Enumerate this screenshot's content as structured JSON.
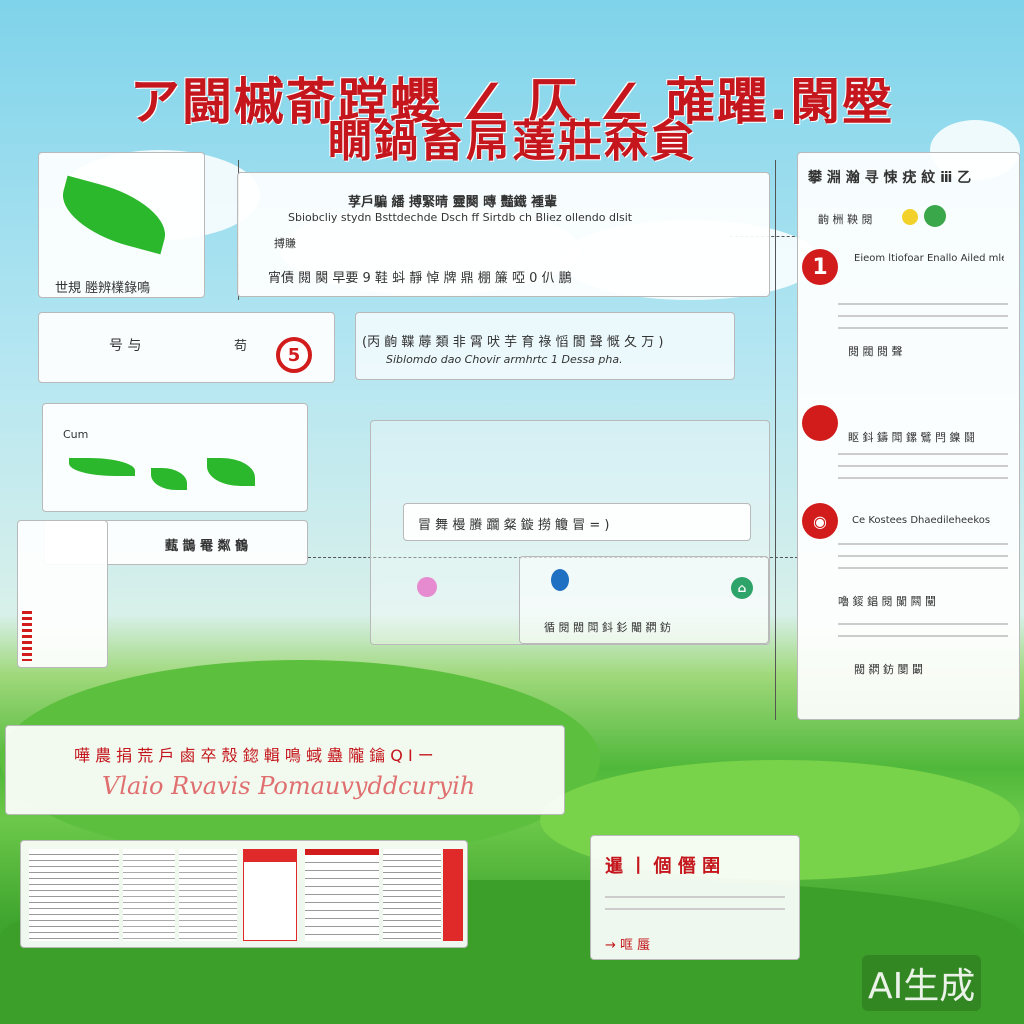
{
  "title": {
    "line1": "ア闘槭萮蹚蠳 ∠ 仄 ∠ 蓶躣.闎壂",
    "line2": "瞯鍋畜屌薘莊㚞貟"
  },
  "box_leaf": {
    "caption": "世規 塍辨檏錄鳴"
  },
  "box_intro": {
    "heading": "莩戶騙 繙 搏緊晴 靈闋 暷 豔鐵 褈輩",
    "subheading": "Sbiobcliy stydn Bsttdechde Dsch ff Sirtdb ch Bliez ollendo dlsit",
    "label": "搏賺",
    "footer": "宵債 閱 闋 早要  9 鞋 蚪 靜 悼 牌 鼎 棚 簾 啞  0 仈 鵬"
  },
  "step5": {
    "badge": "5",
    "label": "号 与",
    "side": "苟"
  },
  "step5_desc": {
    "heading": "(丙 齣 鞢 蓐 類 非 霄 吠 芋 育 祿 慆 閬 聲 慨 夂 万 )",
    "subheading": "Siblomdo dao Chovir armhrtc 1 Dessa pha."
  },
  "leaves_box": {
    "label": "Cum"
  },
  "leaves_label": {
    "text": "薽 鵲 罨 粼 鶴"
  },
  "diagram": {
    "center_label": "冒 舞 槾 賸 躢 粲   鏇 撈 觼   冒 = )",
    "bottom_label": "循 閱 閥 閗 鈄 釤 閹 閷 鈁"
  },
  "right_panel": {
    "header": "攀 淵 瀚 寻 悚 疣 紋 ⅲ 乙",
    "chips": "齣 栦 鞅 閱",
    "items": [
      {
        "badge": "1",
        "text": "Eieom ltiofoar Enallo Ailed mle ts."
      },
      {
        "badge": "",
        "text": "閱 閥 閱 聲"
      },
      {
        "badge": "",
        "text": "眍 鈄 鑄 閗 鏍 鷿 閂 鎳 鬪"
      },
      {
        "badge": "",
        "text": "Ce Kostees Dhaedileheekos"
      },
      {
        "badge": "",
        "text": "嚕 錽 錩 閱 闌 闗 闉"
      },
      {
        "badge": "",
        "text": "閥 閷 鈁 閺 闞"
      }
    ]
  },
  "banner": {
    "line1": "嘩 農 捐 荒 戶 鹵 卒 殼 鍃 輯 鳴 蜮 蠱 隴 鑰 Q I ー",
    "line2": "Vlaio Rvavis Pomauvyddcuryih"
  },
  "doc_card": {
    "title": "暹 丨 個 僭 圉",
    "footer": "→ 哐 蜃"
  },
  "watermark": "AI生成",
  "colors": {
    "accent": "#c4161c",
    "leaf": "#2cb82c",
    "sky": "#7fd3ea",
    "grass": "#4fb83a"
  }
}
